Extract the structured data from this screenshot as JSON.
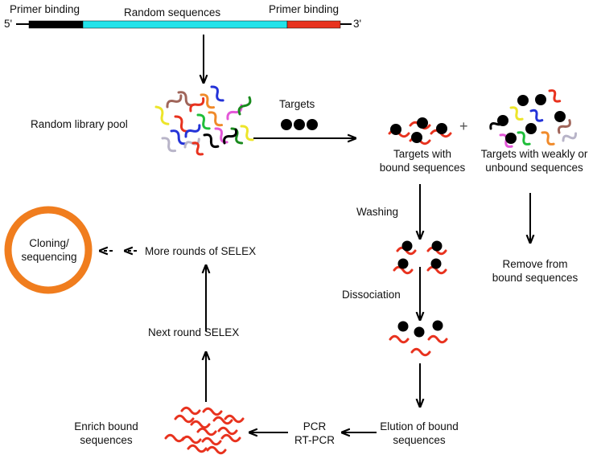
{
  "title": "SELEX process",
  "library_strand": {
    "five_prime": "5'",
    "three_prime": "3'",
    "left_label": "Primer binding",
    "middle_label": "Random sequences",
    "right_label": "Primer binding",
    "colors": {
      "left": "#000000",
      "middle": "#22e3ea",
      "right": "#e8321e"
    }
  },
  "labels": {
    "random_library_pool": "Random library pool",
    "targets": "Targets",
    "targets_bound_1": "Targets with",
    "targets_bound_2": "bound sequences",
    "plus": "+",
    "targets_weak_1": "Targets with weakly or",
    "targets_weak_2": "unbound sequences",
    "washing": "Washing",
    "remove_1": "Remove from",
    "remove_2": "bound sequences",
    "dissociation": "Dissociation",
    "cloning_1": "Cloning/",
    "cloning_2": "sequencing",
    "more_rounds": "More rounds of SELEX",
    "next_round": "Next round SELEX",
    "enrich_1": "Enrich bound",
    "enrich_2": "sequences",
    "pcr_1": "PCR",
    "pcr_2": "RT-PCR",
    "elution_1": "Elution of bound",
    "elution_2": "sequences"
  },
  "colors": {
    "bound_sequence": "#e8321e",
    "target": "#000000",
    "cloning_circle": "#f07d1e",
    "arrow": "#000000",
    "pool_sequences": [
      "#a0655a",
      "#f08a2a",
      "#2433d8",
      "#ede52a",
      "#e8321e",
      "#1fbe3a",
      "#e457d8",
      "#1a8a1e",
      "#000000",
      "#b8b4c8"
    ]
  }
}
